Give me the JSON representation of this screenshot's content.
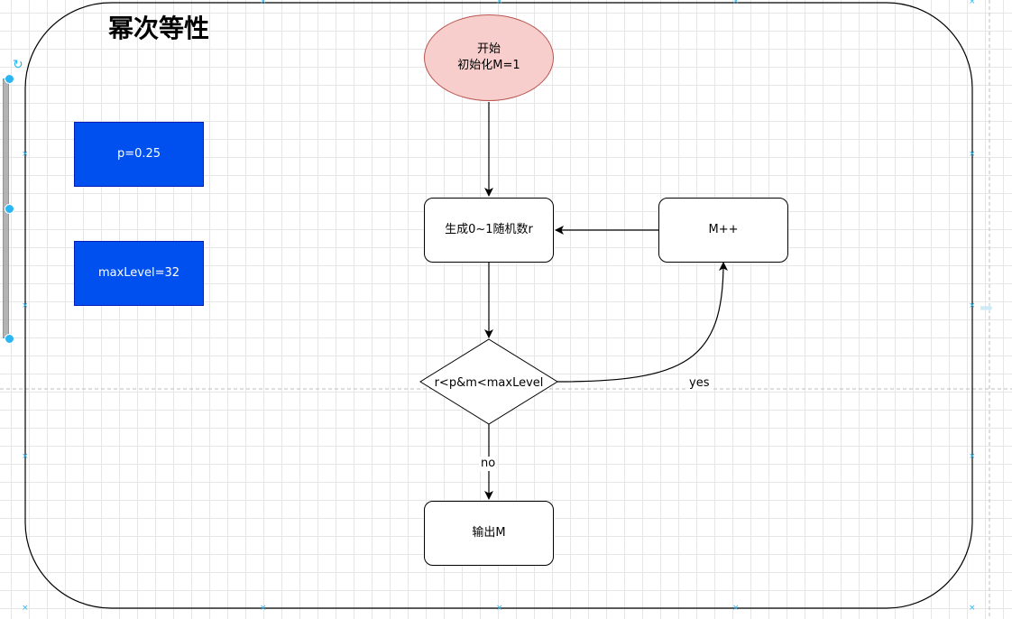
{
  "diagram": {
    "title": "幂次等性",
    "start": {
      "line1": "开始",
      "line2": "初始化M=1"
    },
    "params": {
      "p": "p=0.25",
      "max_level": "maxLevel=32"
    },
    "generate": "生成0~1随机数r",
    "increment": "M++",
    "condition": "r<p&m<maxLevel",
    "output": "输出M",
    "edge_yes": "yes",
    "edge_no": "no"
  },
  "colors": {
    "start_fill": "#f8cecc",
    "start_stroke": "#b85450",
    "param_fill": "#0050ef",
    "param_text": "#ffffff",
    "selection": "#29b6f2"
  },
  "icons": [
    "rotate-icon",
    "expand-arrow-icon",
    "connection-point-icon"
  ]
}
